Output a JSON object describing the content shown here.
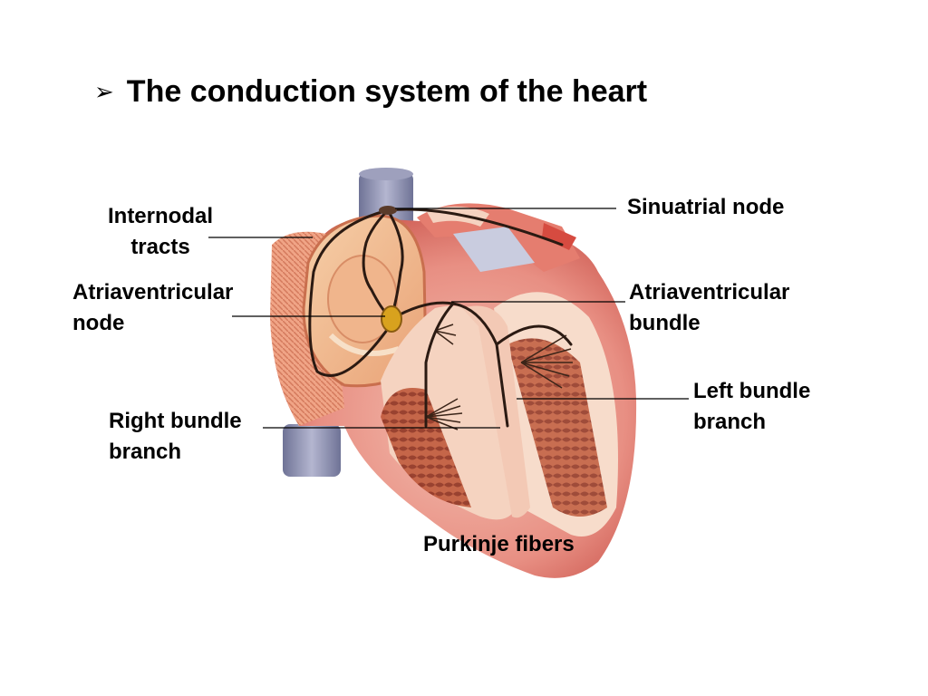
{
  "slide": {
    "bullet": "➢",
    "title": "The conduction system of the heart"
  },
  "labels": {
    "internodal": [
      "Internodal",
      "tracts"
    ],
    "av_node": [
      "Atriaventricular",
      "node"
    ],
    "right_bundle": [
      "Right bundle",
      "branch"
    ],
    "sa_node": [
      "Sinuatrial node"
    ],
    "av_bundle": [
      "Atriaventricular",
      "bundle"
    ],
    "left_bundle": [
      "Left bundle",
      "branch"
    ],
    "purkinje": [
      "Purkinje fibers"
    ]
  },
  "colors": {
    "myocardium": "#e8837a",
    "atrium": "#f2b990",
    "ventricle_cavity": "#f7d9c8",
    "vessel": "#8d8fb0",
    "pathway": "#2b1a12",
    "av_node": "#d8a21e"
  }
}
